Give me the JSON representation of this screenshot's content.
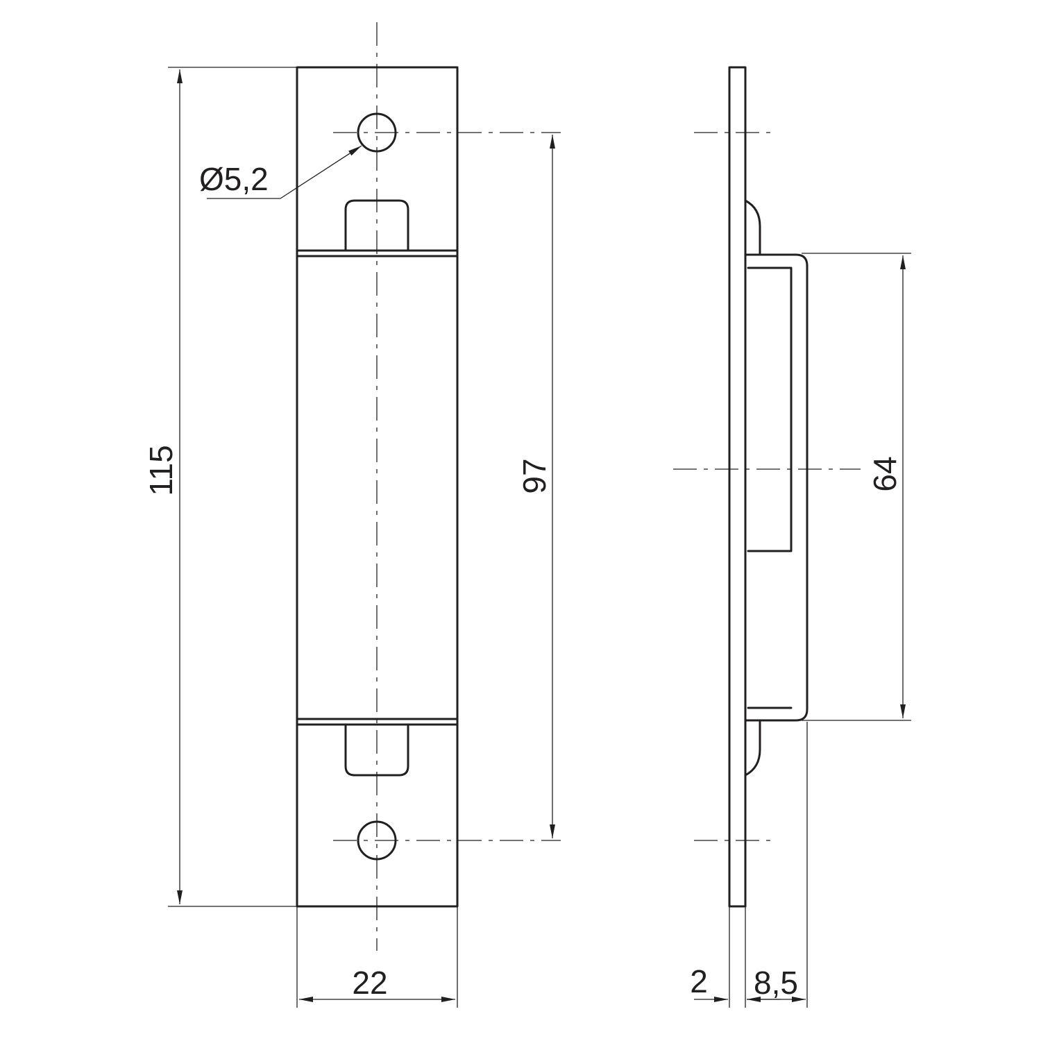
{
  "colors": {
    "line": "#231f20",
    "background": "#ffffff"
  },
  "dimensions": {
    "overall_length": "115",
    "hole_spacing": "97",
    "hole_diameter": "Ø5,2",
    "plate_width": "22",
    "box_length": "64",
    "plate_thickness": "2",
    "box_depth": "8,5"
  }
}
